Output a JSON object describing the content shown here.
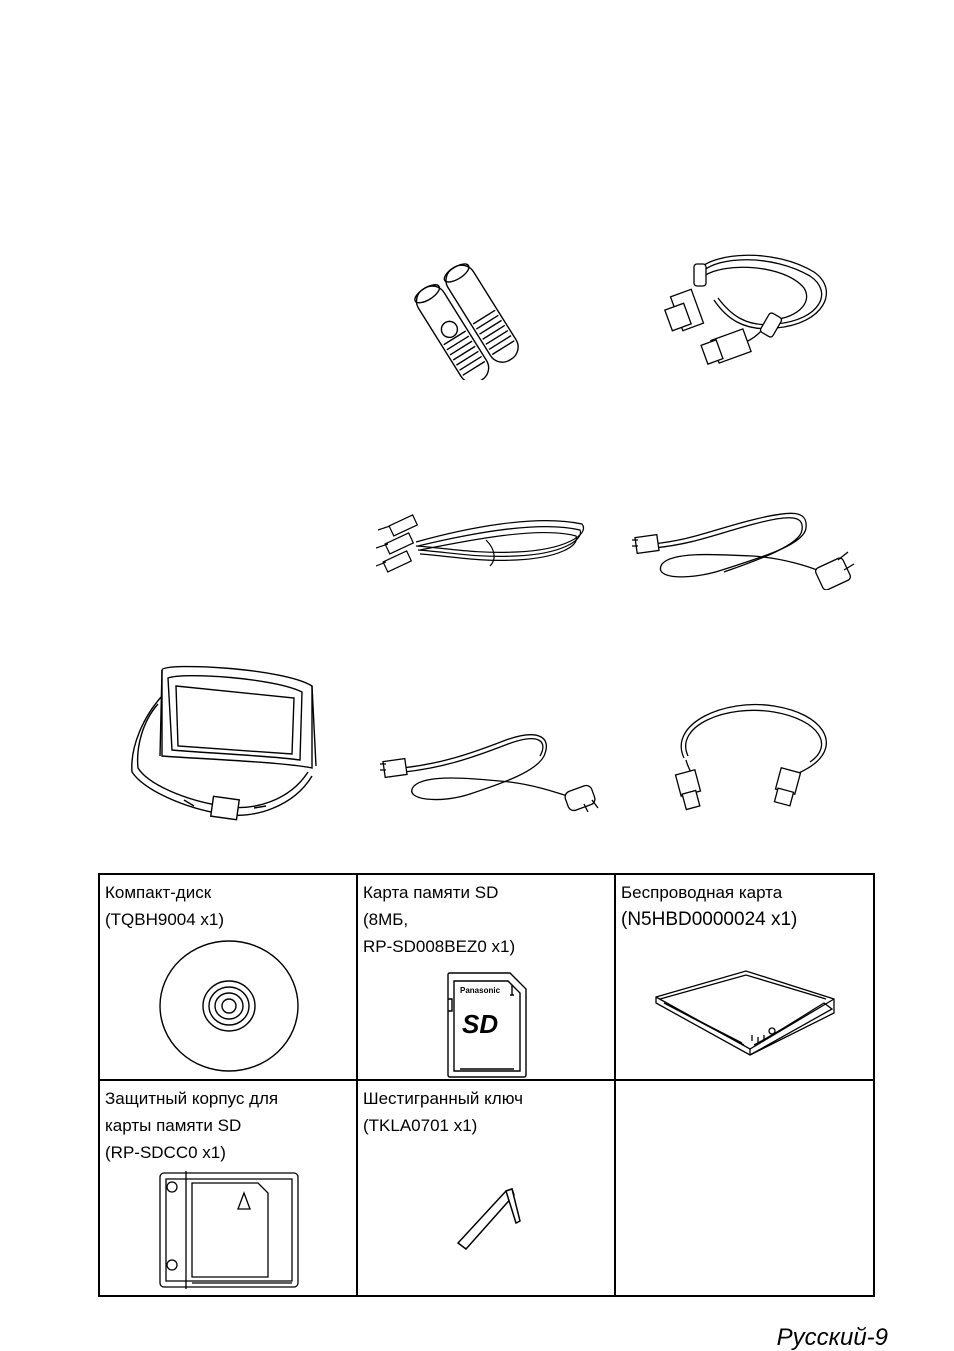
{
  "table": {
    "cd": {
      "name": "Компакт-диск",
      "code": "(TQBH9004 x1)"
    },
    "sd_card": {
      "name": "Карта памяти SD",
      "spec": "(8МБ,",
      "code": "RP-SD008BEZ0 x1)",
      "card_brand": "Panasonic",
      "card_logo": "SD"
    },
    "wireless": {
      "name": "Беспроводная карта",
      "code": "(N5HBD0000024 x1)"
    },
    "sd_case": {
      "line1": "Защитный корпус для",
      "line2": "карты памяти SD",
      "code": "(RP-SDCC0 x1)"
    },
    "hex_key": {
      "name": "Шестигранный ключ",
      "code": "(TKLA0701 x1)"
    }
  },
  "footer": {
    "page_label": "Русский-9"
  }
}
